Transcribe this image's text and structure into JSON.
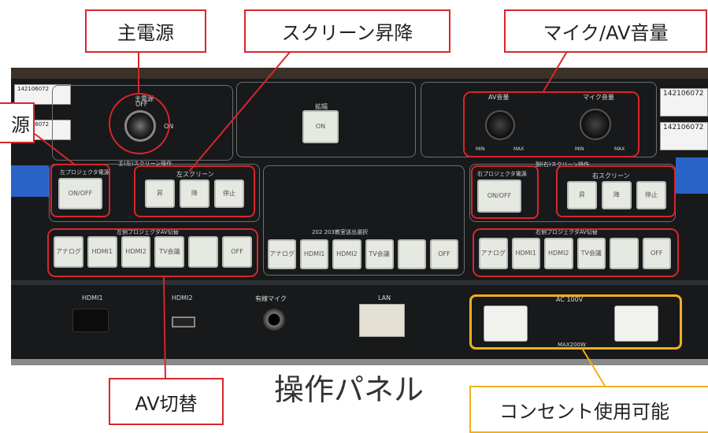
{
  "callouts": {
    "main_power": "主電源",
    "screen_lift": "スクリーン昇降",
    "mic_av_volume": "マイク/AV音量",
    "partial_power": "源",
    "av_switch": "AV切替",
    "outlet": "コンセント使用可能"
  },
  "caption": "操作パネル",
  "panel": {
    "key_off": "OFF",
    "key_on": "ON",
    "key_label": "主電源",
    "flat_label": "拡幅",
    "flat_button": "ON",
    "av_volume": "AV音量",
    "mic_volume": "マイク音量",
    "min": "MIN",
    "max": "MAX",
    "left_screen_section": "主(左)スクリーン操作",
    "right_screen_section": "副(右)スクリーン操作",
    "left_projector": "左プロジェクタ電源",
    "right_projector": "右プロジェクタ電源",
    "on_off": "ON/OFF",
    "left_screen": "左スクリーン",
    "right_screen": "右スクリーン",
    "screen_buttons": [
      "昇",
      "降",
      "停止"
    ],
    "left_av": "左側プロジェクタAV切替",
    "center_av": "202 203教室送出選択",
    "right_av": "右側プロジェクタAV切替",
    "av_buttons": [
      "アナログ",
      "HDMI1",
      "HDMI2",
      "TV会議",
      "",
      "OFF"
    ],
    "hdmi1": "HDMI1",
    "hdmi2": "HDMI2",
    "wired_mic": "有線マイク",
    "lan": "LAN",
    "ac": "AC 100V",
    "max_watt": "MAX200W"
  },
  "stickers": {
    "top_left_1": "142106072",
    "top_left_2": "142106072",
    "top_right_1": "142106072",
    "top_right_2": "142106072"
  },
  "colors": {
    "red": "#d8262b",
    "yellow": "#f2b01e",
    "panel": "#17191b"
  }
}
